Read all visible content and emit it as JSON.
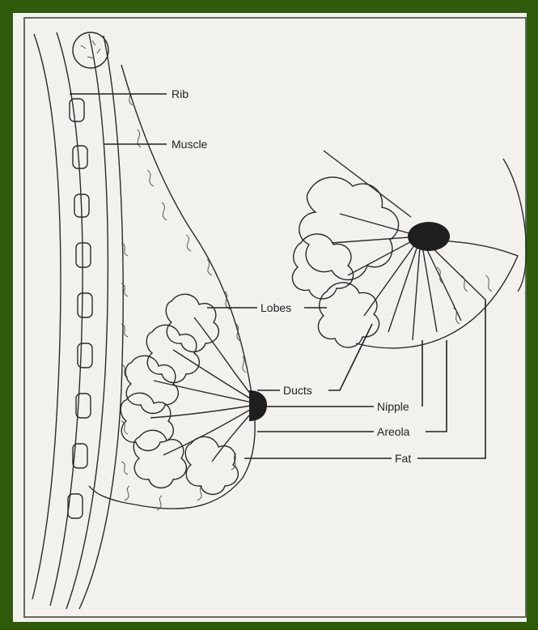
{
  "colors": {
    "background_border": "#2f5a0a",
    "paper": "#f2f1ee",
    "ink": "#222222"
  },
  "labels": {
    "rib": "Rib",
    "muscle": "Muscle",
    "lobes": "Lobes",
    "ducts": "Ducts",
    "nipple": "Nipple",
    "areola": "Areola",
    "fat": "Fat"
  }
}
